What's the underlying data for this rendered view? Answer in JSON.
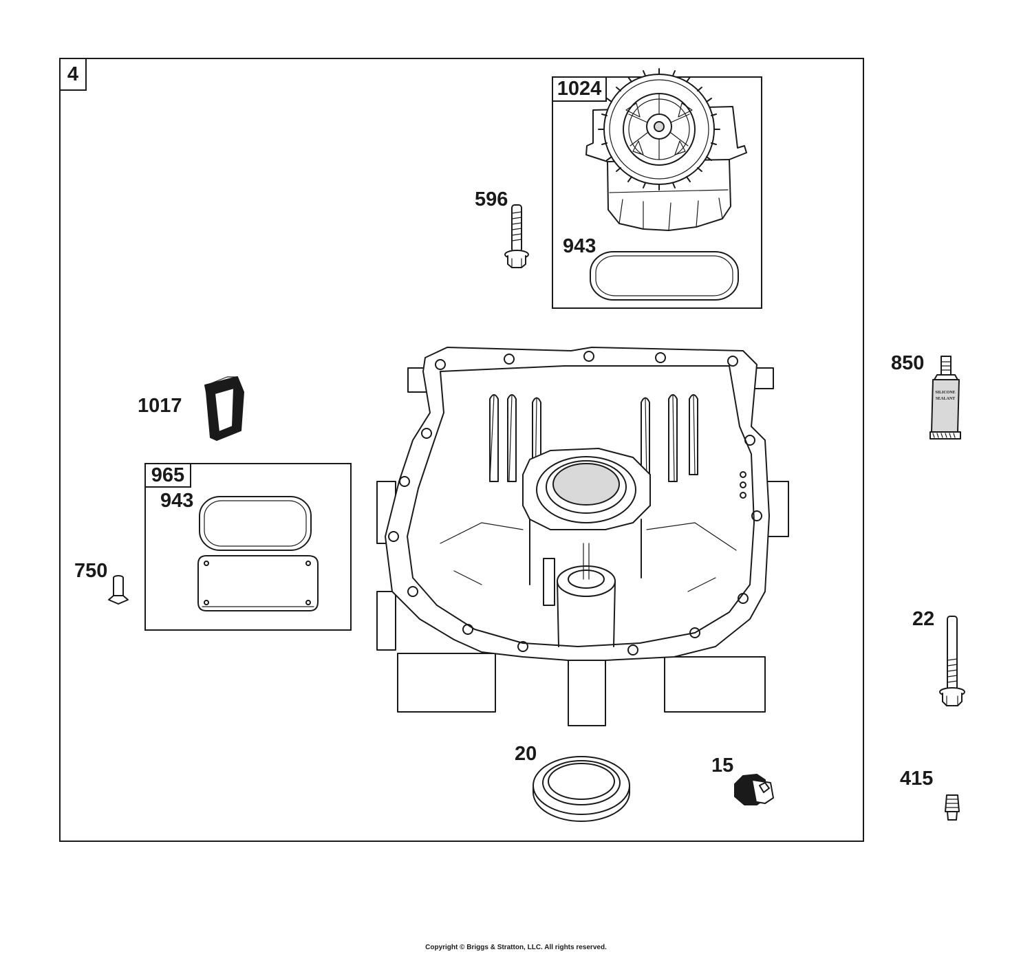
{
  "diagram": {
    "main_frame_label": "4",
    "callouts": {
      "gear_kit_box": "1024",
      "gasket_upper": "943",
      "bolt_upper": "596",
      "breather_reed": "1017",
      "cover_kit_box": "965",
      "gasket_lower": "943",
      "screw": "750",
      "sealant": "850",
      "bolt_right": "22",
      "oil_seal": "20",
      "drain_plug": "15",
      "plug_right": "415"
    },
    "sealant_tube_text": [
      "SILICONE",
      "SEALANT"
    ],
    "copyright": "Copyright © Briggs & Stratton, LLC. All rights reserved."
  }
}
